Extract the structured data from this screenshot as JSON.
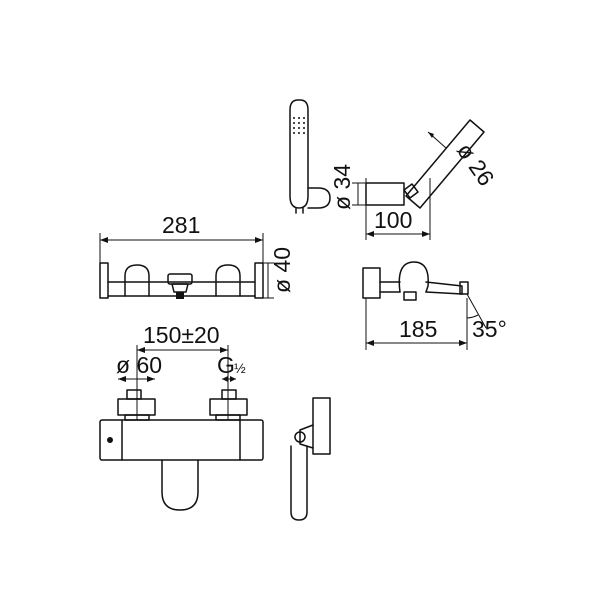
{
  "dimensions": {
    "total_width": "281",
    "body_diameter": "ø 40",
    "mount_centers": "150±20",
    "eccentric_diameter": "ø 60",
    "thread_size_prefix": "G",
    "thread_size_fraction": "½",
    "handset_holder_diameter": "ø 34",
    "holder_projection": "100",
    "handshower_diameter": "ø 26",
    "spout_projection": "185",
    "spout_angle": "35°"
  },
  "colors": {
    "line": "#111111",
    "background": "#ffffff"
  }
}
